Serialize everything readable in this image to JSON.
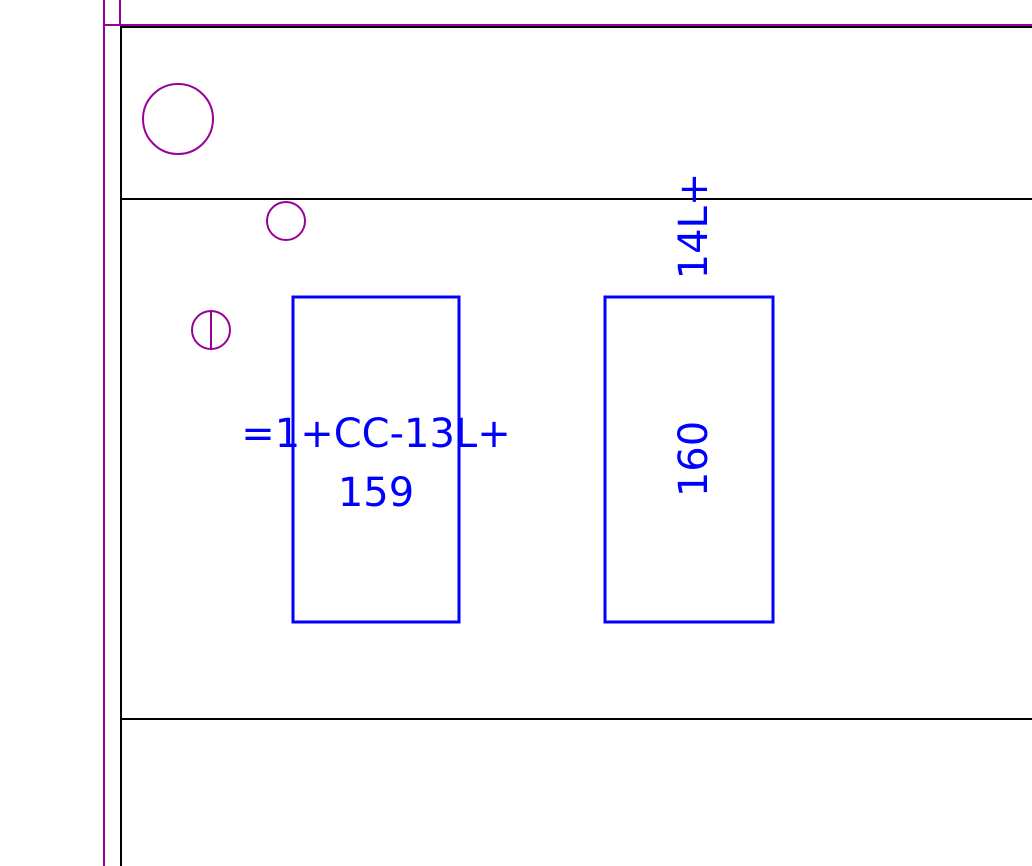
{
  "colors": {
    "background": "#ffffff",
    "frame": "#000000",
    "guide": "#990099",
    "component": "#0000ff"
  },
  "components": [
    {
      "id": "component-159",
      "tag": "=1+CC-13L+",
      "number": "159"
    },
    {
      "id": "component-160",
      "tag": "14L+",
      "number": "160"
    }
  ]
}
